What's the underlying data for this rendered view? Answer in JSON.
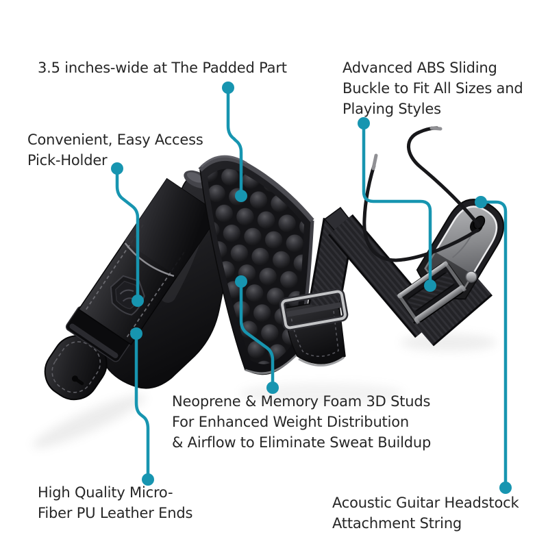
{
  "page": {
    "background_color": "#ffffff",
    "accent_color": "#1795B0",
    "text_color": "#262626",
    "subject": "guitar strap feature infographic"
  },
  "callouts": [
    {
      "id": "padded-width",
      "text": "3.5 inches-wide at The Padded Part"
    },
    {
      "id": "pick-holder",
      "text": "Convenient, Easy Access\nPick-Holder"
    },
    {
      "id": "sliding-buckle",
      "text": "Advanced ABS Sliding\nBuckle to Fit All Sizes and\nPlaying Styles"
    },
    {
      "id": "studs",
      "text": "Neoprene & Memory Foam 3D Studs\nFor Enhanced Weight Distribution\n& Airflow to Eliminate Sweat Buildup"
    },
    {
      "id": "leather-ends",
      "text": "High Quality Micro-\nFiber PU Leather Ends"
    },
    {
      "id": "headstock-string",
      "text": "Acoustic Guitar Headstock\nAttachment String"
    }
  ]
}
